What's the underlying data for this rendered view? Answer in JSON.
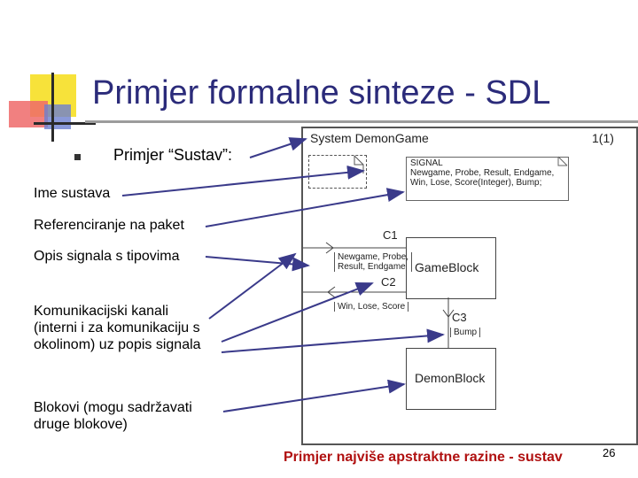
{
  "title": "Primjer formalne sinteze - SDL",
  "bullet": "Primjer “Sustav”:",
  "annotations": [
    "Ime sustava",
    "Referenciranje na paket",
    "Opis signala s tipovima",
    "Komunikacijski kanali (interni i za komunikaciju s okolinom) uz popis signala",
    "Blokovi (mogu sadržavati druge blokove)"
  ],
  "annotation_lines": {
    "comm1": "Komunikacijski kanali",
    "comm2": "(interni i za komunikaciju s",
    "comm3": "okolinom) uz popis signala",
    "blocks1": "Blokovi (mogu sadržavati",
    "blocks2": "druge blokove)"
  },
  "footer": "Primjer najviše apstraktne razine - sustav",
  "page_number": "26",
  "diagram": {
    "system_title": "System DemonGame",
    "page": "1(1)",
    "signal_decl": [
      "SIGNAL",
      "Newgame, Probe, Result, Endgame,",
      "Win, Lose, Score(Integer), Bump;"
    ],
    "channels": {
      "c1": "C1",
      "c2": "C2",
      "c3": "C3",
      "c1_signals": [
        "Newgame, Probe,",
        "Result, Endgame"
      ],
      "c2_signals": [
        "Win, Lose, Score"
      ],
      "c3_signals": [
        "Bump"
      ]
    },
    "blocks": {
      "game": "GameBlock",
      "demon": "DemonBlock"
    }
  },
  "colors": {
    "title": "#2b2b7a",
    "arrow": "#3a3a8a",
    "footer": "#b01010"
  }
}
